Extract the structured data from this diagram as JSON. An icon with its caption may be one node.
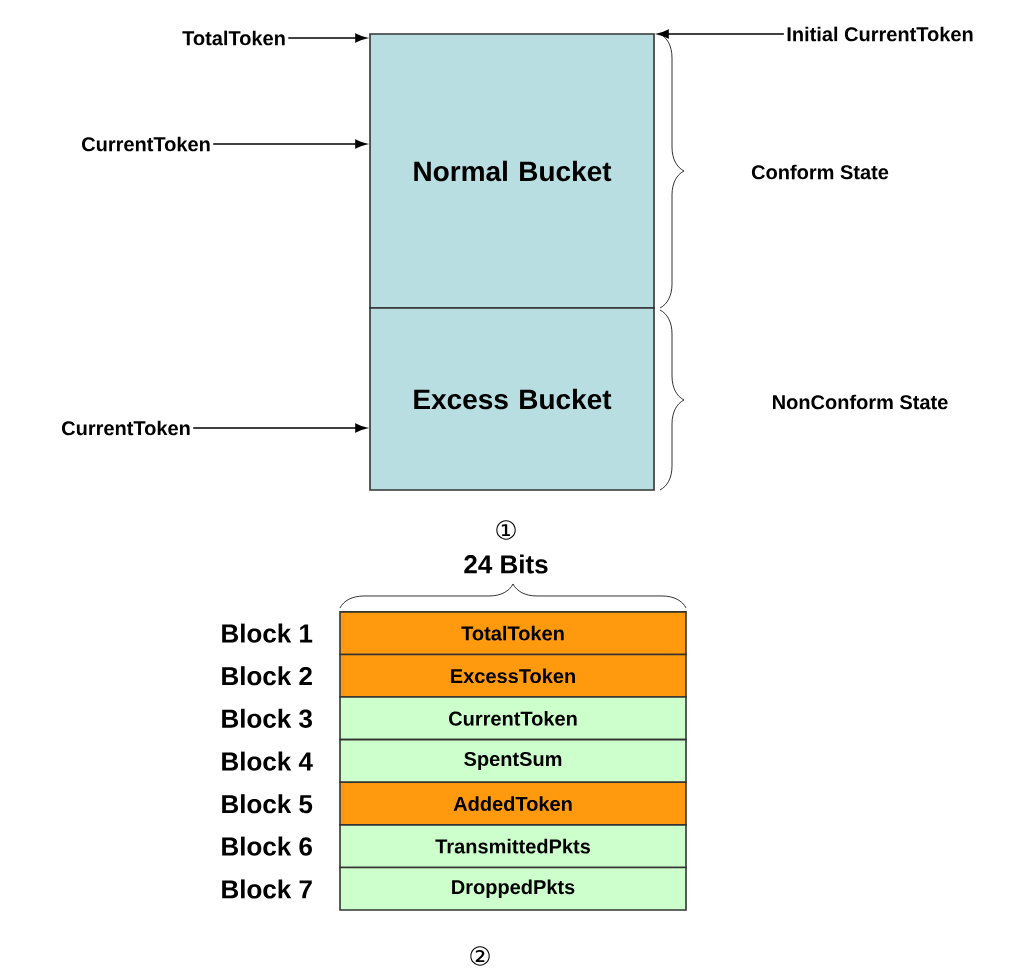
{
  "diagram": {
    "nodes": [
      {
        "text": [
          "Normal Bucket"
        ]
      },
      {
        "text": [
          "Excess Bucket"
        ]
      },
      {
        "text": [
          "TotalToken"
        ]
      },
      {
        "text": [
          "Initial CurrentToken"
        ]
      },
      {
        "text": [
          "CurrentToken"
        ]
      },
      {
        "text": [
          "CurrentToken"
        ]
      },
      {
        "text": [
          "TotalToken"
        ]
      },
      {
        "text": [
          "ExcessToken"
        ]
      },
      {
        "text": [
          "CurrentToken"
        ]
      },
      {
        "text": [
          "SpentSum"
        ]
      },
      {
        "text": [
          "AddedToken"
        ]
      },
      {
        "text": [
          "TransmittedPkts"
        ]
      },
      {
        "text": [
          "DroppedPkts"
        ]
      }
    ],
    "edges": [
      {
        "from": 2,
        "to": 0,
        "arrow": "to"
      },
      {
        "from": 3,
        "to": 0,
        "arrow": "to"
      },
      {
        "from": 4,
        "to": 0,
        "arrow": "to"
      },
      {
        "from": 5,
        "to": 1,
        "arrow": "to"
      }
    ],
    "labels": [
      "Conform State",
      "NonConform State",
      "①",
      "24 Bits",
      "Block 1",
      "Block 2",
      "Block 3",
      "Block 4",
      "Block 5",
      "Block 6",
      "Block 7",
      "②"
    ]
  }
}
